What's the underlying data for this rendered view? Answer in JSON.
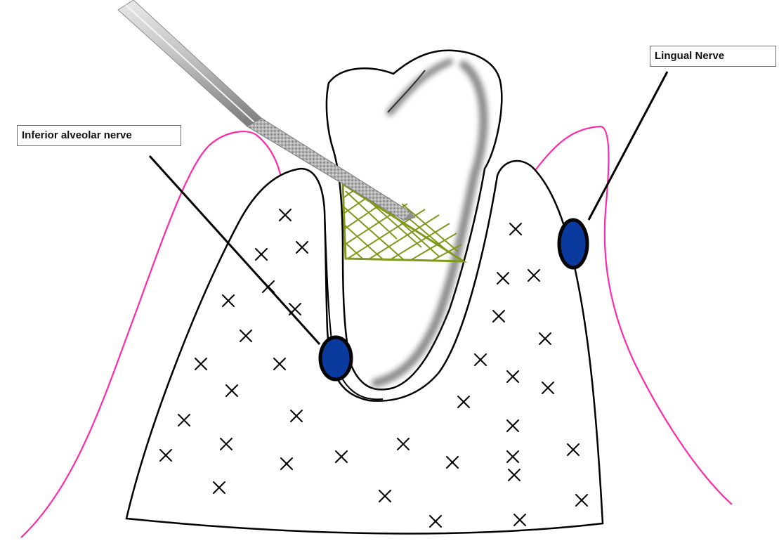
{
  "labels": {
    "inferior_alveolar_nerve": "Inferior alveolar nerve",
    "lingual_nerve": "Lingual Nerve"
  },
  "colors": {
    "gingiva_line": "#ff2aa8",
    "nerve_fill": "#0a3a9e",
    "hatch": "#7f9a1a",
    "outline": "#000000",
    "bur": "#a8a8a8"
  },
  "icons": {
    "bone_marker": "cross-mark"
  }
}
